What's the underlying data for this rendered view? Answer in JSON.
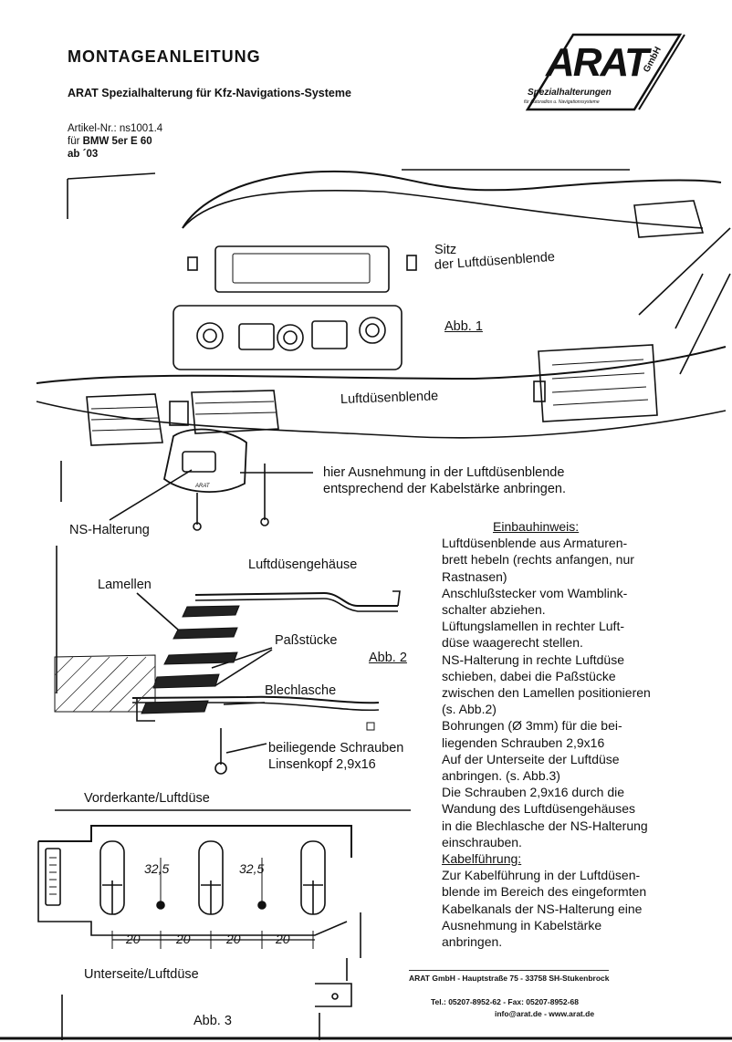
{
  "header": {
    "title": "MONTAGEANLEITUNG",
    "subtitle": "ARAT Spezialhalterung für Kfz-Navigations-Systeme",
    "article_line": "Artikel-Nr.: ns1001.4",
    "for_prefix": "für ",
    "model": "BMW 5er E 60",
    "year": "ab ´03"
  },
  "logo": {
    "brand": "ARAT",
    "suffix": "GmbH",
    "tagline": "Spezialhalterungen",
    "tagline_small": "für Autoradios u. Navigationssysteme"
  },
  "figure1": {
    "label_seat_1": "Sitz",
    "label_seat_2": "der Luftdüsenblende",
    "label_fig": "Abb. 1",
    "label_bezel": "Luftdüsenblende",
    "note_1": "hier Ausnehmung in der  Luftdüsenblende",
    "note_2": "entsprechend der Kabelstärke anbringen.",
    "label_holder": "NS-Halterung",
    "holder_stamp": "ARAT"
  },
  "figure2": {
    "label_housing": "Luftdüsengehäuse",
    "label_lamellae": "Lamellen",
    "label_spacers": "Paßstücke",
    "label_fig": "Abb. 2",
    "label_tab": "Blechlasche",
    "label_screws_1": "beiliegende Schrauben",
    "label_screws_2": "Linsenkopf 2,9x16",
    "label_edge": "Vorderkante/Luftdüse"
  },
  "figure3": {
    "dim_1": "32,5",
    "dim_2": "32,5",
    "dims_bottom": [
      "20",
      "20",
      "20",
      "20"
    ],
    "label_bottom": "Unterseite/Luftdüse",
    "label_fig": "Abb. 3"
  },
  "instructions": {
    "heading": "Einbauhinweis:",
    "lines": [
      "Luftdüsenblende aus Armaturen-",
      "brett hebeln (rechts anfangen, nur",
      "Rastnasen)",
      "Anschlußstecker vom Wamblink-",
      "schalter abziehen.",
      "Lüftungslamellen in rechter Luft-",
      "düse waagerecht stellen.",
      "NS-Halterung in rechte Luftdüse",
      "schieben, dabei die Paßstücke",
      "zwischen den Lamellen positionieren",
      "(s. Abb.2)",
      "Bohrungen (Ø 3mm) für die bei-",
      "liegenden Schrauben 2,9x16",
      "Auf der Unterseite der Luftdüse",
      "anbringen. (s. Abb.3)",
      "Die Schrauben 2,9x16 durch die",
      "Wandung des Luftdüsengehäuses",
      "in die Blechlasche der NS-Halterung",
      "einschrauben."
    ],
    "cable_heading": "Kabelführung:",
    "cable_lines": [
      "Zur Kabelführung in der Luftdüsen-",
      "blende im Bereich des eingeformten",
      "Kabelkanals der NS-Halterung eine",
      "Ausnehmung in Kabelstärke",
      "anbringen."
    ]
  },
  "footer": {
    "company": "ARAT GmbH  -  Hauptstraße 75  -  33758 SH-Stukenbrock",
    "phone": "Tel.: 05207-8952-62  -  Fax: 05207-8952-68",
    "web": "info@arat.de  -  www.arat.de"
  }
}
